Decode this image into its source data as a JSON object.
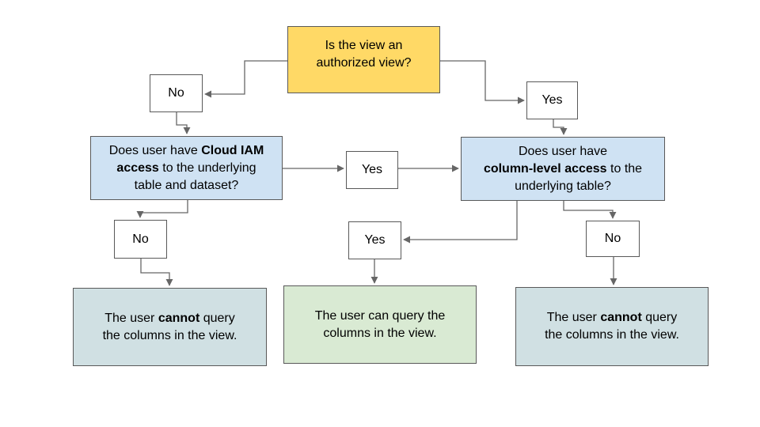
{
  "colors": {
    "decision_yellow": "#ffd966",
    "question_blue": "#cfe2f3",
    "result_green": "#d9ead3",
    "result_gray": "#d0e0e3",
    "branch_white": "#ffffff",
    "box_border": "#595959",
    "connector_line": "#666666"
  },
  "nodes": {
    "root_question": {
      "lines": [
        [
          {
            "t": "Is the view an"
          }
        ],
        [
          {
            "t": "authorized view?"
          }
        ]
      ]
    },
    "branch_no_top": {
      "label": "No"
    },
    "branch_yes_top": {
      "label": "Yes"
    },
    "iam_question": {
      "lines": [
        [
          {
            "t": "Does user have "
          },
          {
            "t": "Cloud IAM",
            "b": true
          }
        ],
        [
          {
            "t": "access",
            "b": true
          },
          {
            "t": " to the underlying"
          }
        ],
        [
          {
            "t": "table and dataset?"
          }
        ]
      ]
    },
    "branch_yes_middle": {
      "label": "Yes"
    },
    "column_question": {
      "lines": [
        [
          {
            "t": "Does user have"
          }
        ],
        [
          {
            "t": "column-level access",
            "b": true
          },
          {
            "t": " to the"
          }
        ],
        [
          {
            "t": "underlying table?"
          }
        ]
      ]
    },
    "branch_no_lower_left": {
      "label": "No"
    },
    "branch_yes_lower": {
      "label": "Yes"
    },
    "branch_no_lower_right": {
      "label": "No"
    },
    "result_cannot_left": {
      "lines": [
        [
          {
            "t": "The user "
          },
          {
            "t": "cannot",
            "b": true
          },
          {
            "t": " query"
          }
        ],
        [
          {
            "t": "the columns in the view."
          }
        ]
      ]
    },
    "result_can": {
      "lines": [
        [
          {
            "t": "The user can query the"
          }
        ],
        [
          {
            "t": "columns in the view."
          }
        ]
      ]
    },
    "result_cannot_right": {
      "lines": [
        [
          {
            "t": "The user "
          },
          {
            "t": "cannot",
            "b": true
          },
          {
            "t": " query"
          }
        ],
        [
          {
            "t": "the columns in the view."
          }
        ]
      ]
    }
  }
}
